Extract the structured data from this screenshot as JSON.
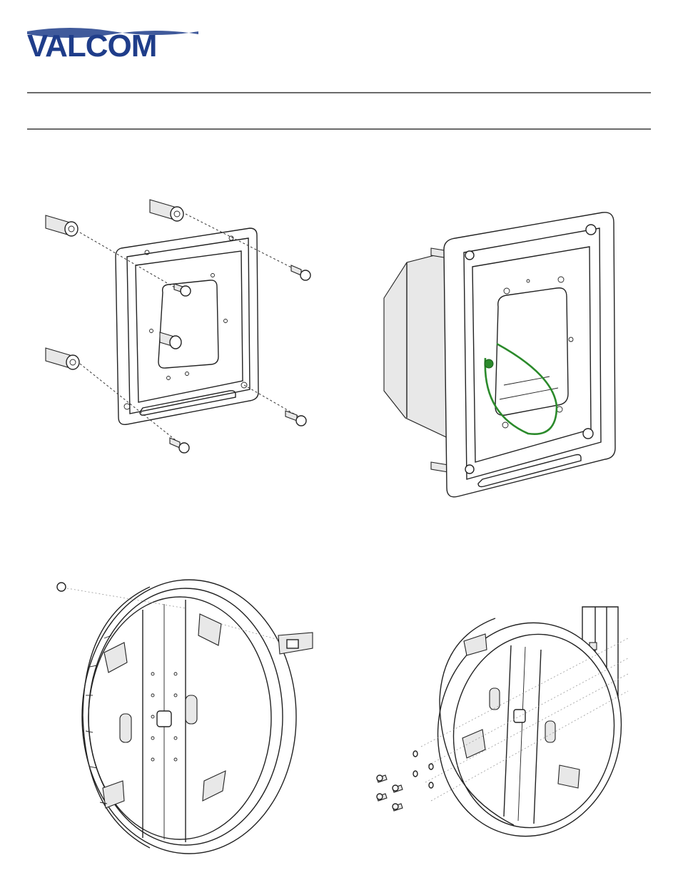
{
  "header": {
    "logo_text": "VALCOM",
    "brand_color": "#1f3d8a"
  },
  "figures": [
    {
      "name": "wall-box-exploded",
      "icon": "exploded-mounting-box-illustration"
    },
    {
      "name": "wall-box-assembled",
      "icon": "mounted-box-with-highlight-illustration",
      "highlight_color": "#2b8a2b"
    },
    {
      "name": "round-bezel-front",
      "icon": "round-bezel-with-clip-illustration"
    },
    {
      "name": "round-bezel-bracket",
      "icon": "round-bezel-with-bracket-illustration"
    }
  ]
}
